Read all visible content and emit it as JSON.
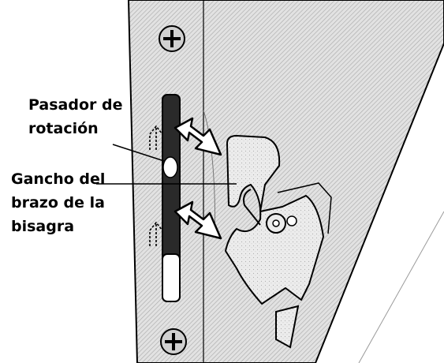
{
  "figure": {
    "callouts": [
      {
        "lines": [
          "Pasador de",
          "rotación"
        ]
      },
      {
        "lines": [
          "Gancho del",
          "brazo de la",
          "bisagra"
        ]
      }
    ],
    "colors": {
      "ink": "#000000",
      "panel_fill": "#d6d6d6",
      "slot_fill": "#2a2a2a",
      "hinge_fill": "#e4e4e4",
      "background": "#ffffff"
    },
    "icons": [
      "screw-icon",
      "double-arrow-icon",
      "lift-indicator-icon"
    ]
  }
}
